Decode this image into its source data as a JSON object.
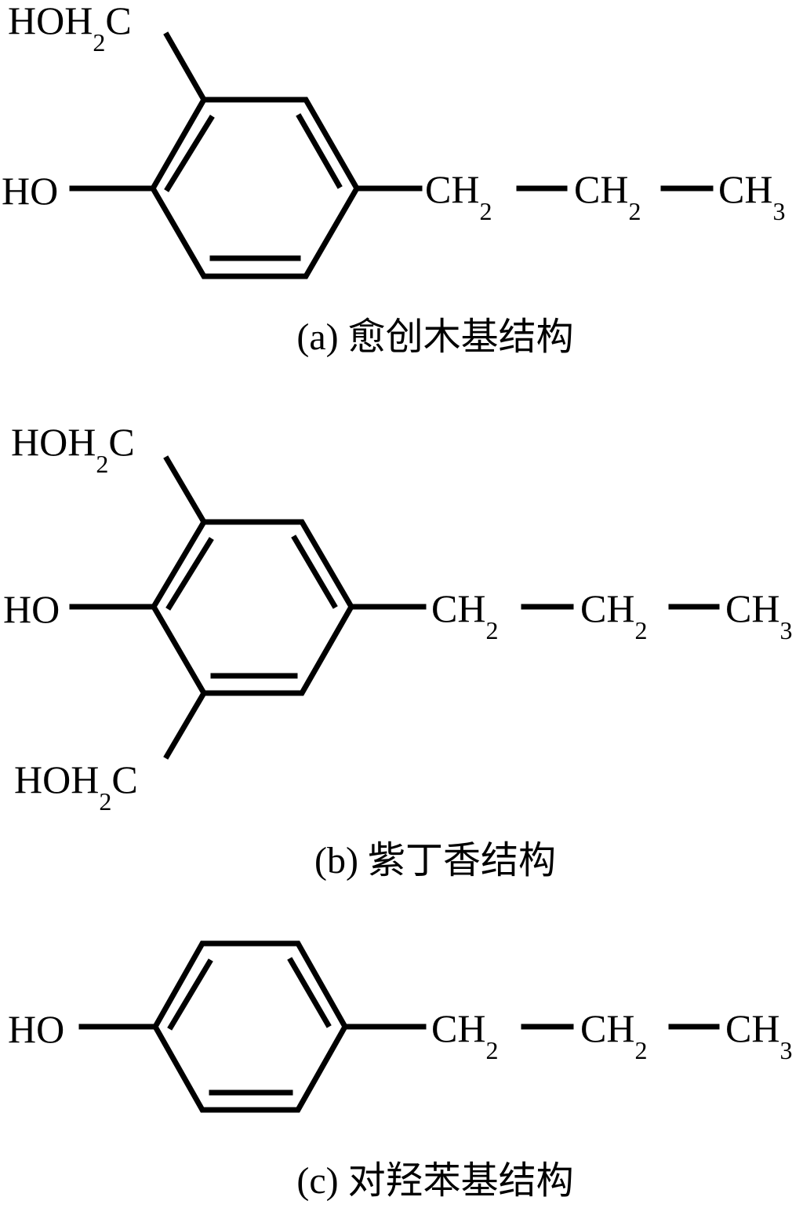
{
  "colors": {
    "ink": "#000000",
    "background": "#ffffff"
  },
  "structures": [
    {
      "id": "a",
      "caption": "(a) 愈创木基结构",
      "groups": {
        "top_substituent": {
          "main": "HOH",
          "sub": "2",
          "tail": "C"
        },
        "hydroxyl": "HO",
        "chain": [
          {
            "main": "CH",
            "sub": "2"
          },
          {
            "main": "CH",
            "sub": "2"
          },
          {
            "main": "CH",
            "sub": "3"
          }
        ]
      }
    },
    {
      "id": "b",
      "caption": "(b) 紫丁香结构",
      "groups": {
        "top_substituent": {
          "main": "HOH",
          "sub": "2",
          "tail": "C"
        },
        "hydroxyl": "HO",
        "bottom_substituent": {
          "main": "HOH",
          "sub": "2",
          "tail": "C"
        },
        "chain": [
          {
            "main": "CH",
            "sub": "2"
          },
          {
            "main": "CH",
            "sub": "2"
          },
          {
            "main": "CH",
            "sub": "3"
          }
        ]
      }
    },
    {
      "id": "c",
      "caption": "(c) 对羟苯基结构",
      "groups": {
        "hydroxyl": "HO",
        "chain": [
          {
            "main": "CH",
            "sub": "2"
          },
          {
            "main": "CH",
            "sub": "2"
          },
          {
            "main": "CH",
            "sub": "3"
          }
        ]
      }
    }
  ]
}
